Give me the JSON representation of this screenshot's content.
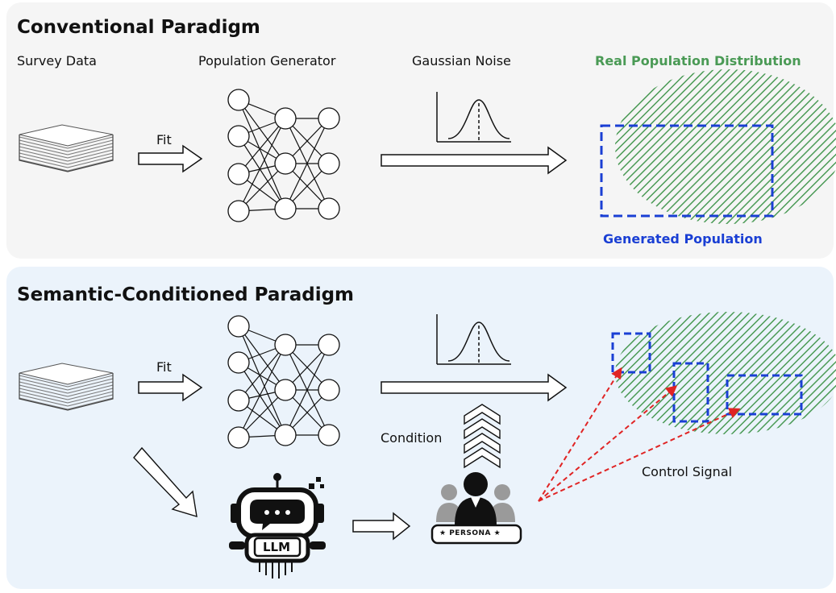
{
  "conventional": {
    "title": "Conventional Paradigm",
    "survey_label": "Survey Data",
    "generator_label": "Population Generator",
    "noise_label": "Gaussian Noise",
    "real_label": "Real Population Distribution",
    "generated_label": "Generated Population",
    "fit_label": "Fit"
  },
  "semantic": {
    "title": "Semantic-Conditioned Paradigm",
    "fit_label": "Fit",
    "condition_label": "Condition",
    "control_label": "Control Signal",
    "llm_label": "LLM",
    "persona_label": "★ PERSONA ★"
  },
  "colors": {
    "green": "#4a9a55",
    "blue": "#1a3fd4",
    "red": "#e02424"
  }
}
